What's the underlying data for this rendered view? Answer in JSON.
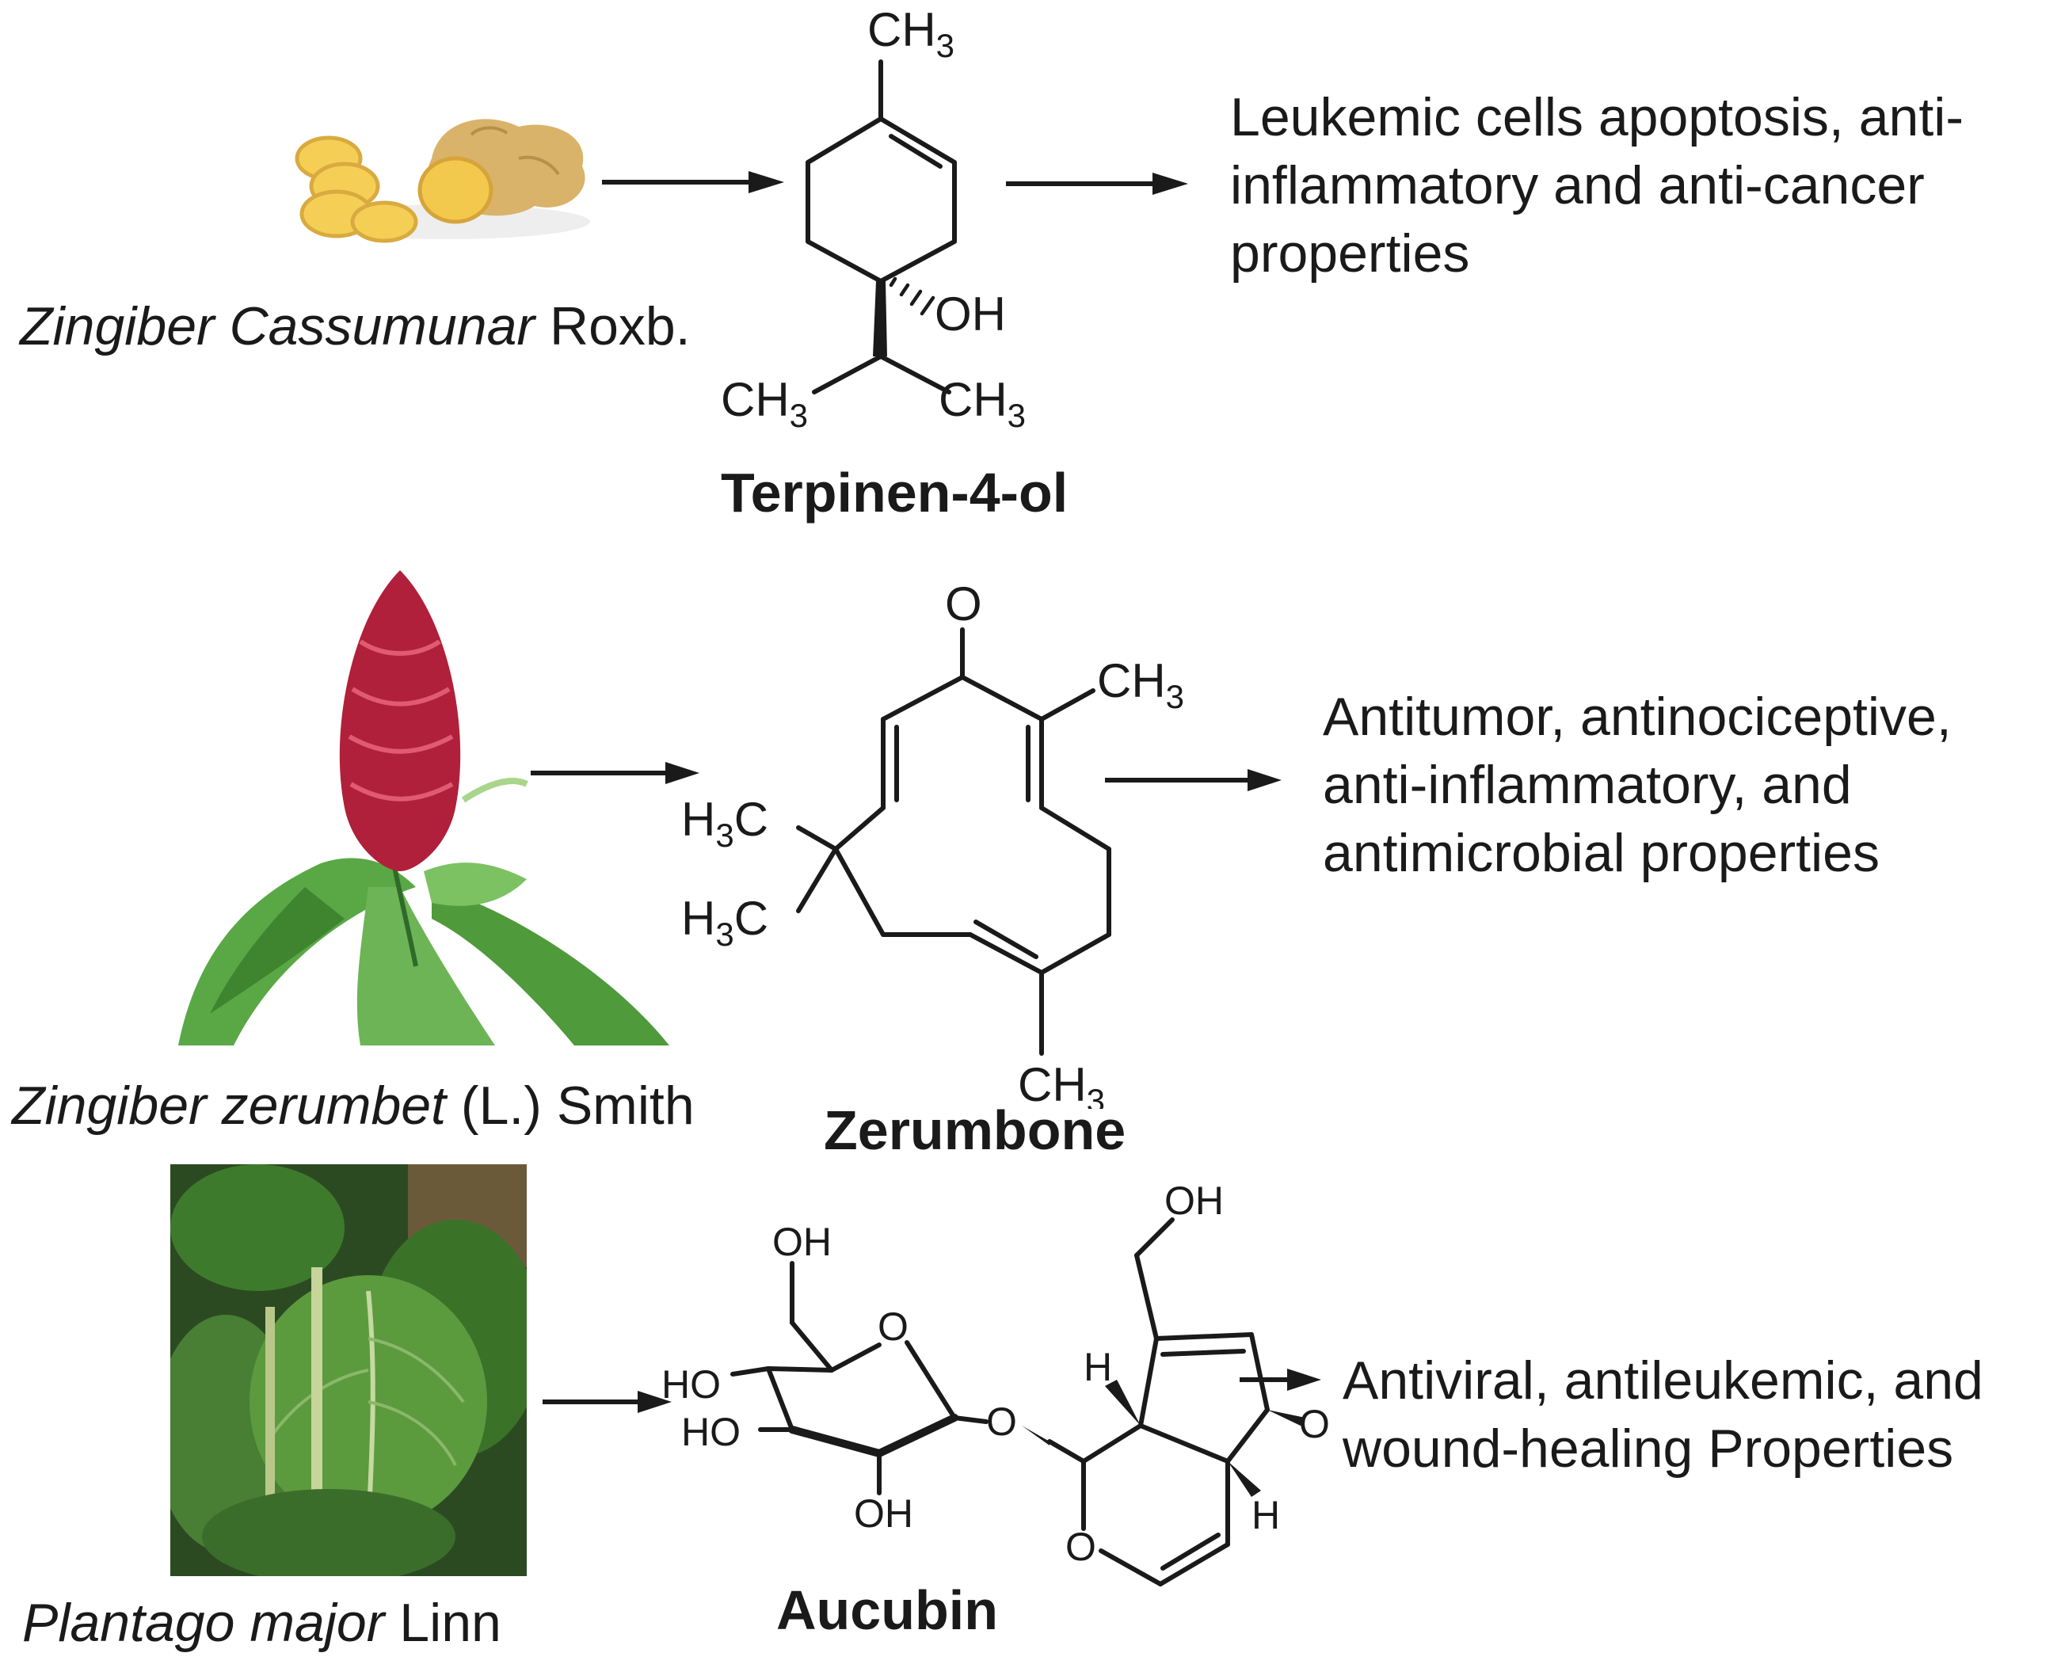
{
  "rows": [
    {
      "species_italic": "Zingiber Cassumunar",
      "species_suffix": " Roxb.",
      "compound": "Terpinen-4-ol",
      "properties": [
        "Leukemic cells apoptosis, anti-",
        "inflammatory and anti-cancer",
        "properties"
      ],
      "image_icon": "ginger-rhizome-photo"
    },
    {
      "species_italic": "Zingiber zerumbet",
      "species_suffix": " (L.) Smith",
      "compound": "Zerumbone",
      "properties": [
        "Antitumor, antinociceptive,",
        "anti-inflammatory, and",
        "antimicrobial properties"
      ],
      "image_icon": "red-ginger-flower-photo"
    },
    {
      "species_italic": "Plantago major",
      "species_suffix": " Linn",
      "compound": "Aucubin",
      "properties": [
        "Antiviral, antileukemic, and",
        "wound-healing Properties"
      ],
      "image_icon": "plantain-leaves-photo"
    }
  ],
  "atom_labels": {
    "ch3": "CH",
    "sub3": "3",
    "h3c_h": "H",
    "h3c_c": "C",
    "oh": "OH",
    "ho": "HO",
    "o": "O",
    "h": "H"
  },
  "colors": {
    "text": "#1a1a1a",
    "ginger": "#e8b84a",
    "red_flower": "#b0203a",
    "leaf_green": "#4f9a3a",
    "dark_leaf": "#2f6a2a"
  }
}
